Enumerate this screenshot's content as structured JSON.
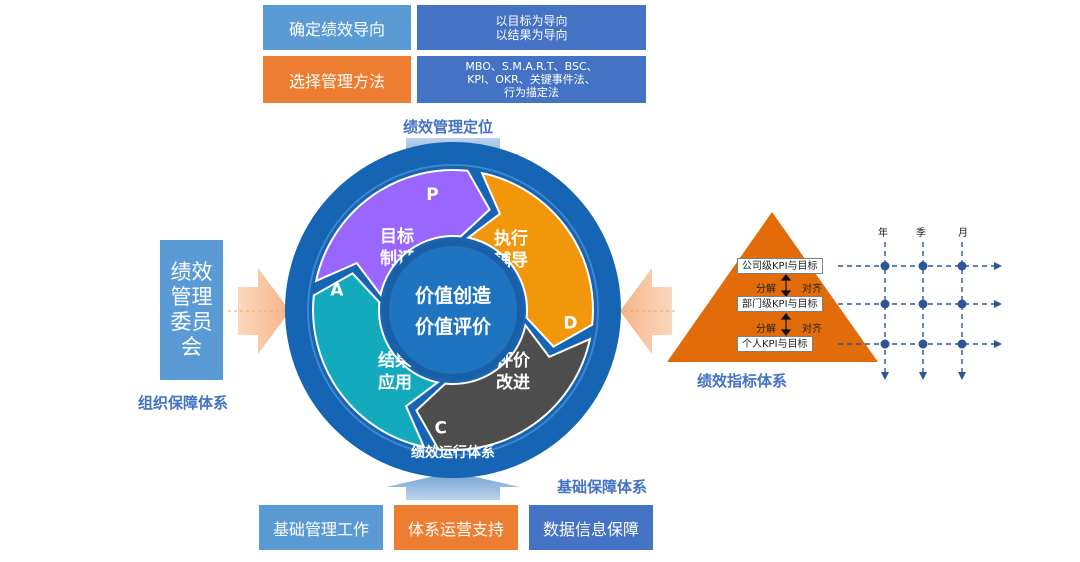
{
  "top": {
    "rows": [
      {
        "label": "确定绩效导向",
        "detail_lines": [
          "以目标为导向",
          "以结果为导向"
        ]
      },
      {
        "label": "选择管理方法",
        "detail_lines": [
          "MBO、S.M.A.R.T、BSC、",
          "KPI、OKR、关键事件法、",
          "行为描定法"
        ]
      }
    ],
    "positioning_label": "绩效管理定位"
  },
  "left": {
    "committee_label": "绩效管理委员会",
    "system_label": "组织保障体系"
  },
  "cycle": {
    "segments": [
      {
        "letter": "P",
        "lines": [
          "目标",
          "制订"
        ],
        "color": "#9966ff"
      },
      {
        "letter": "D",
        "lines": [
          "执行",
          "辅导"
        ],
        "color": "#f2960a"
      },
      {
        "letter": "C",
        "lines": [
          "评价",
          "改进"
        ],
        "color": "#4d4d4d"
      },
      {
        "letter": "A",
        "lines": [
          "结果",
          "应用"
        ],
        "color": "#14aabe"
      }
    ],
    "center_lines": [
      "价值创造",
      "价值评价"
    ],
    "bottom_label": "绩效运行体系",
    "ring_color": "#1664b4"
  },
  "right": {
    "levels": [
      "公司级KPI与目标",
      "部门级KPI与目标",
      "个人KPI与目标"
    ],
    "decompose_label": "分解",
    "align_label": "对齐",
    "time_labels": [
      "年",
      "季",
      "月"
    ],
    "system_label": "绩效指标体系"
  },
  "bottom": {
    "system_label": "基础保障体系",
    "boxes": [
      "基础管理工作",
      "体系运营支持",
      "数据信息保障"
    ]
  }
}
